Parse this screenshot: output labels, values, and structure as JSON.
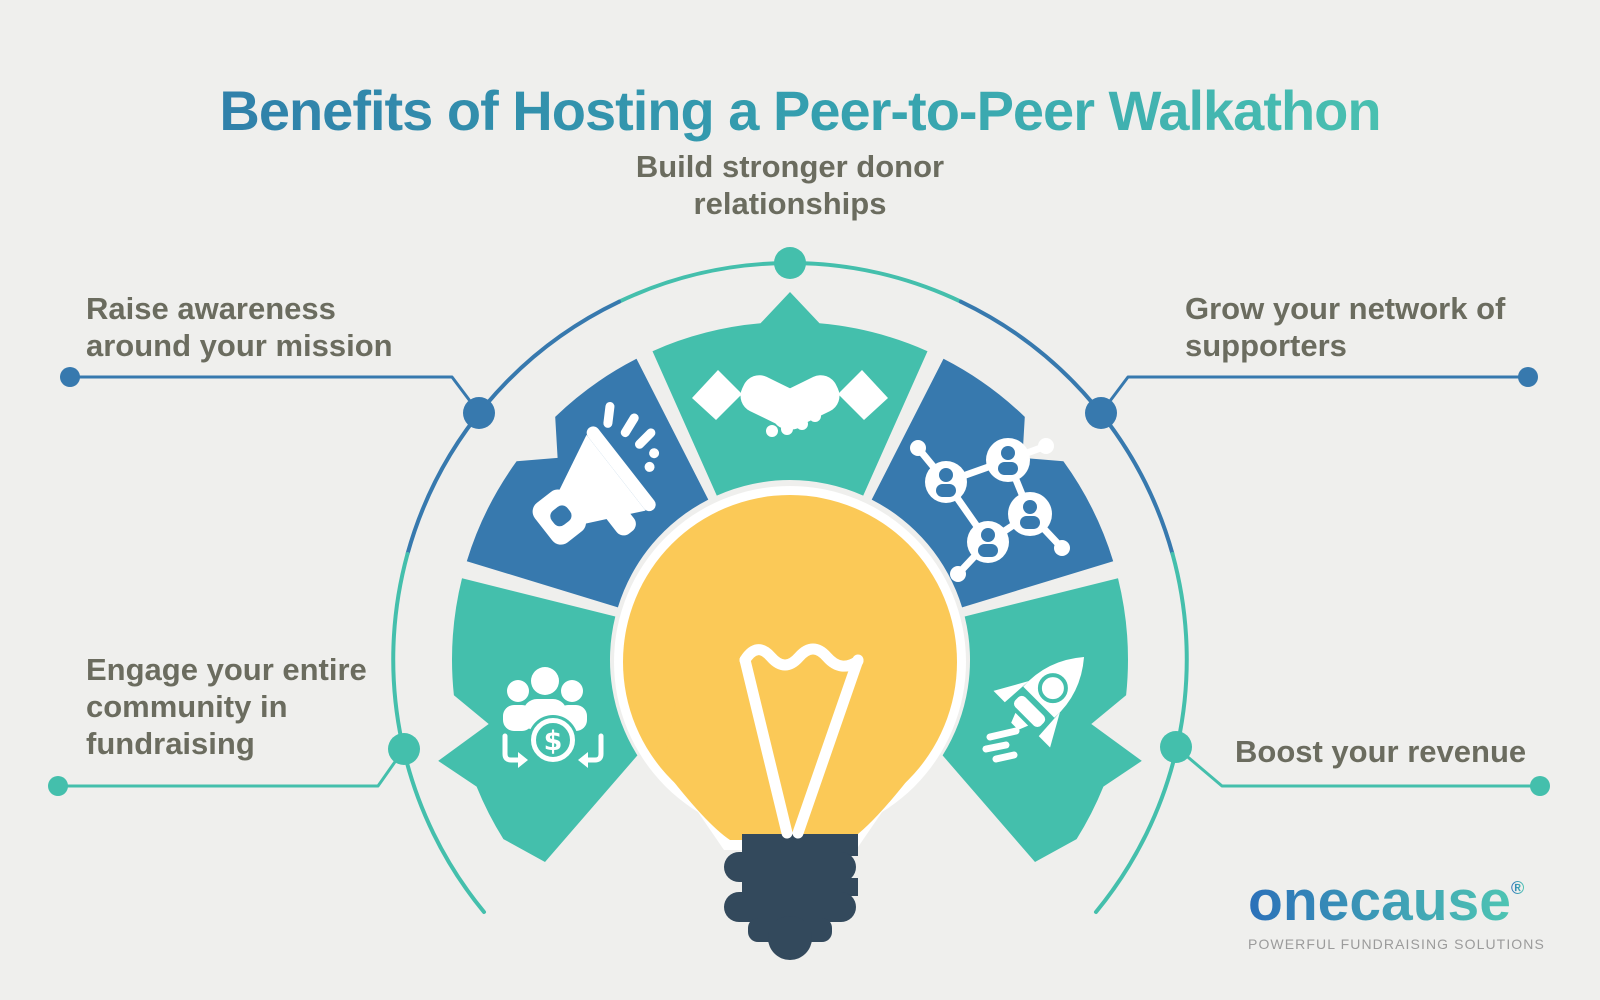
{
  "title": "Benefits of Hosting a Peer-to-Peer Walkathon",
  "benefits": [
    {
      "id": "build-donor-relationships",
      "label": "Build stronger donor\nrelationships",
      "icon": "handshake-icon",
      "segment_color": "#44BFAC",
      "position": "top"
    },
    {
      "id": "raise-awareness",
      "label": "Raise awareness\naround your mission",
      "icon": "megaphone-icon",
      "segment_color": "#3779AE",
      "position": "upper-left"
    },
    {
      "id": "grow-network",
      "label": "Grow your network of\nsupporters",
      "icon": "people-network-icon",
      "segment_color": "#3779AE",
      "position": "upper-right"
    },
    {
      "id": "engage-community",
      "label": "Engage your entire\ncommunity in\nfundraising",
      "icon": "community-funding-icon",
      "segment_color": "#44BFAC",
      "position": "lower-left",
      "coin_symbol": "$"
    },
    {
      "id": "boost-revenue",
      "label": "Boost your revenue",
      "icon": "rocket-icon",
      "segment_color": "#44BFAC",
      "position": "lower-right"
    }
  ],
  "center_icon": "lightbulb-icon",
  "logo": {
    "brand": "onecause",
    "registered_mark": "®",
    "tagline": "POWERFUL FUNDRAISING SOLUTIONS"
  },
  "colors": {
    "background": "#EFEFED",
    "teal": "#44BFAC",
    "blue": "#3779AE",
    "yellow": "#FBC957",
    "bulb_base": "#33495C",
    "label_text": "#6B6C5F",
    "title_start": "#2F7AA9",
    "title_end": "#4EC7B1",
    "logo_start": "#2B70B9",
    "logo_end": "#4EC5B3",
    "tagline": "#9B9B9B"
  }
}
